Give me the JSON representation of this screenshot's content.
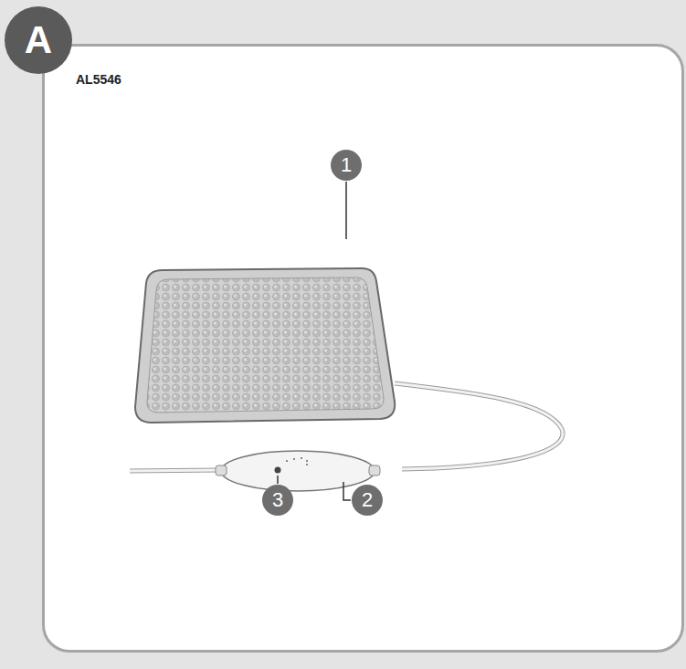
{
  "diagram": {
    "nodes": [
      {
        "text": [
          "A"
        ]
      },
      {
        "text": [
          "AL5546"
        ]
      },
      {
        "text": [
          "1"
        ],
        "in": 1
      },
      {
        "text": [
          "3"
        ],
        "in": 1
      },
      {
        "text": [
          "2"
        ],
        "in": 1
      }
    ],
    "edges": []
  }
}
